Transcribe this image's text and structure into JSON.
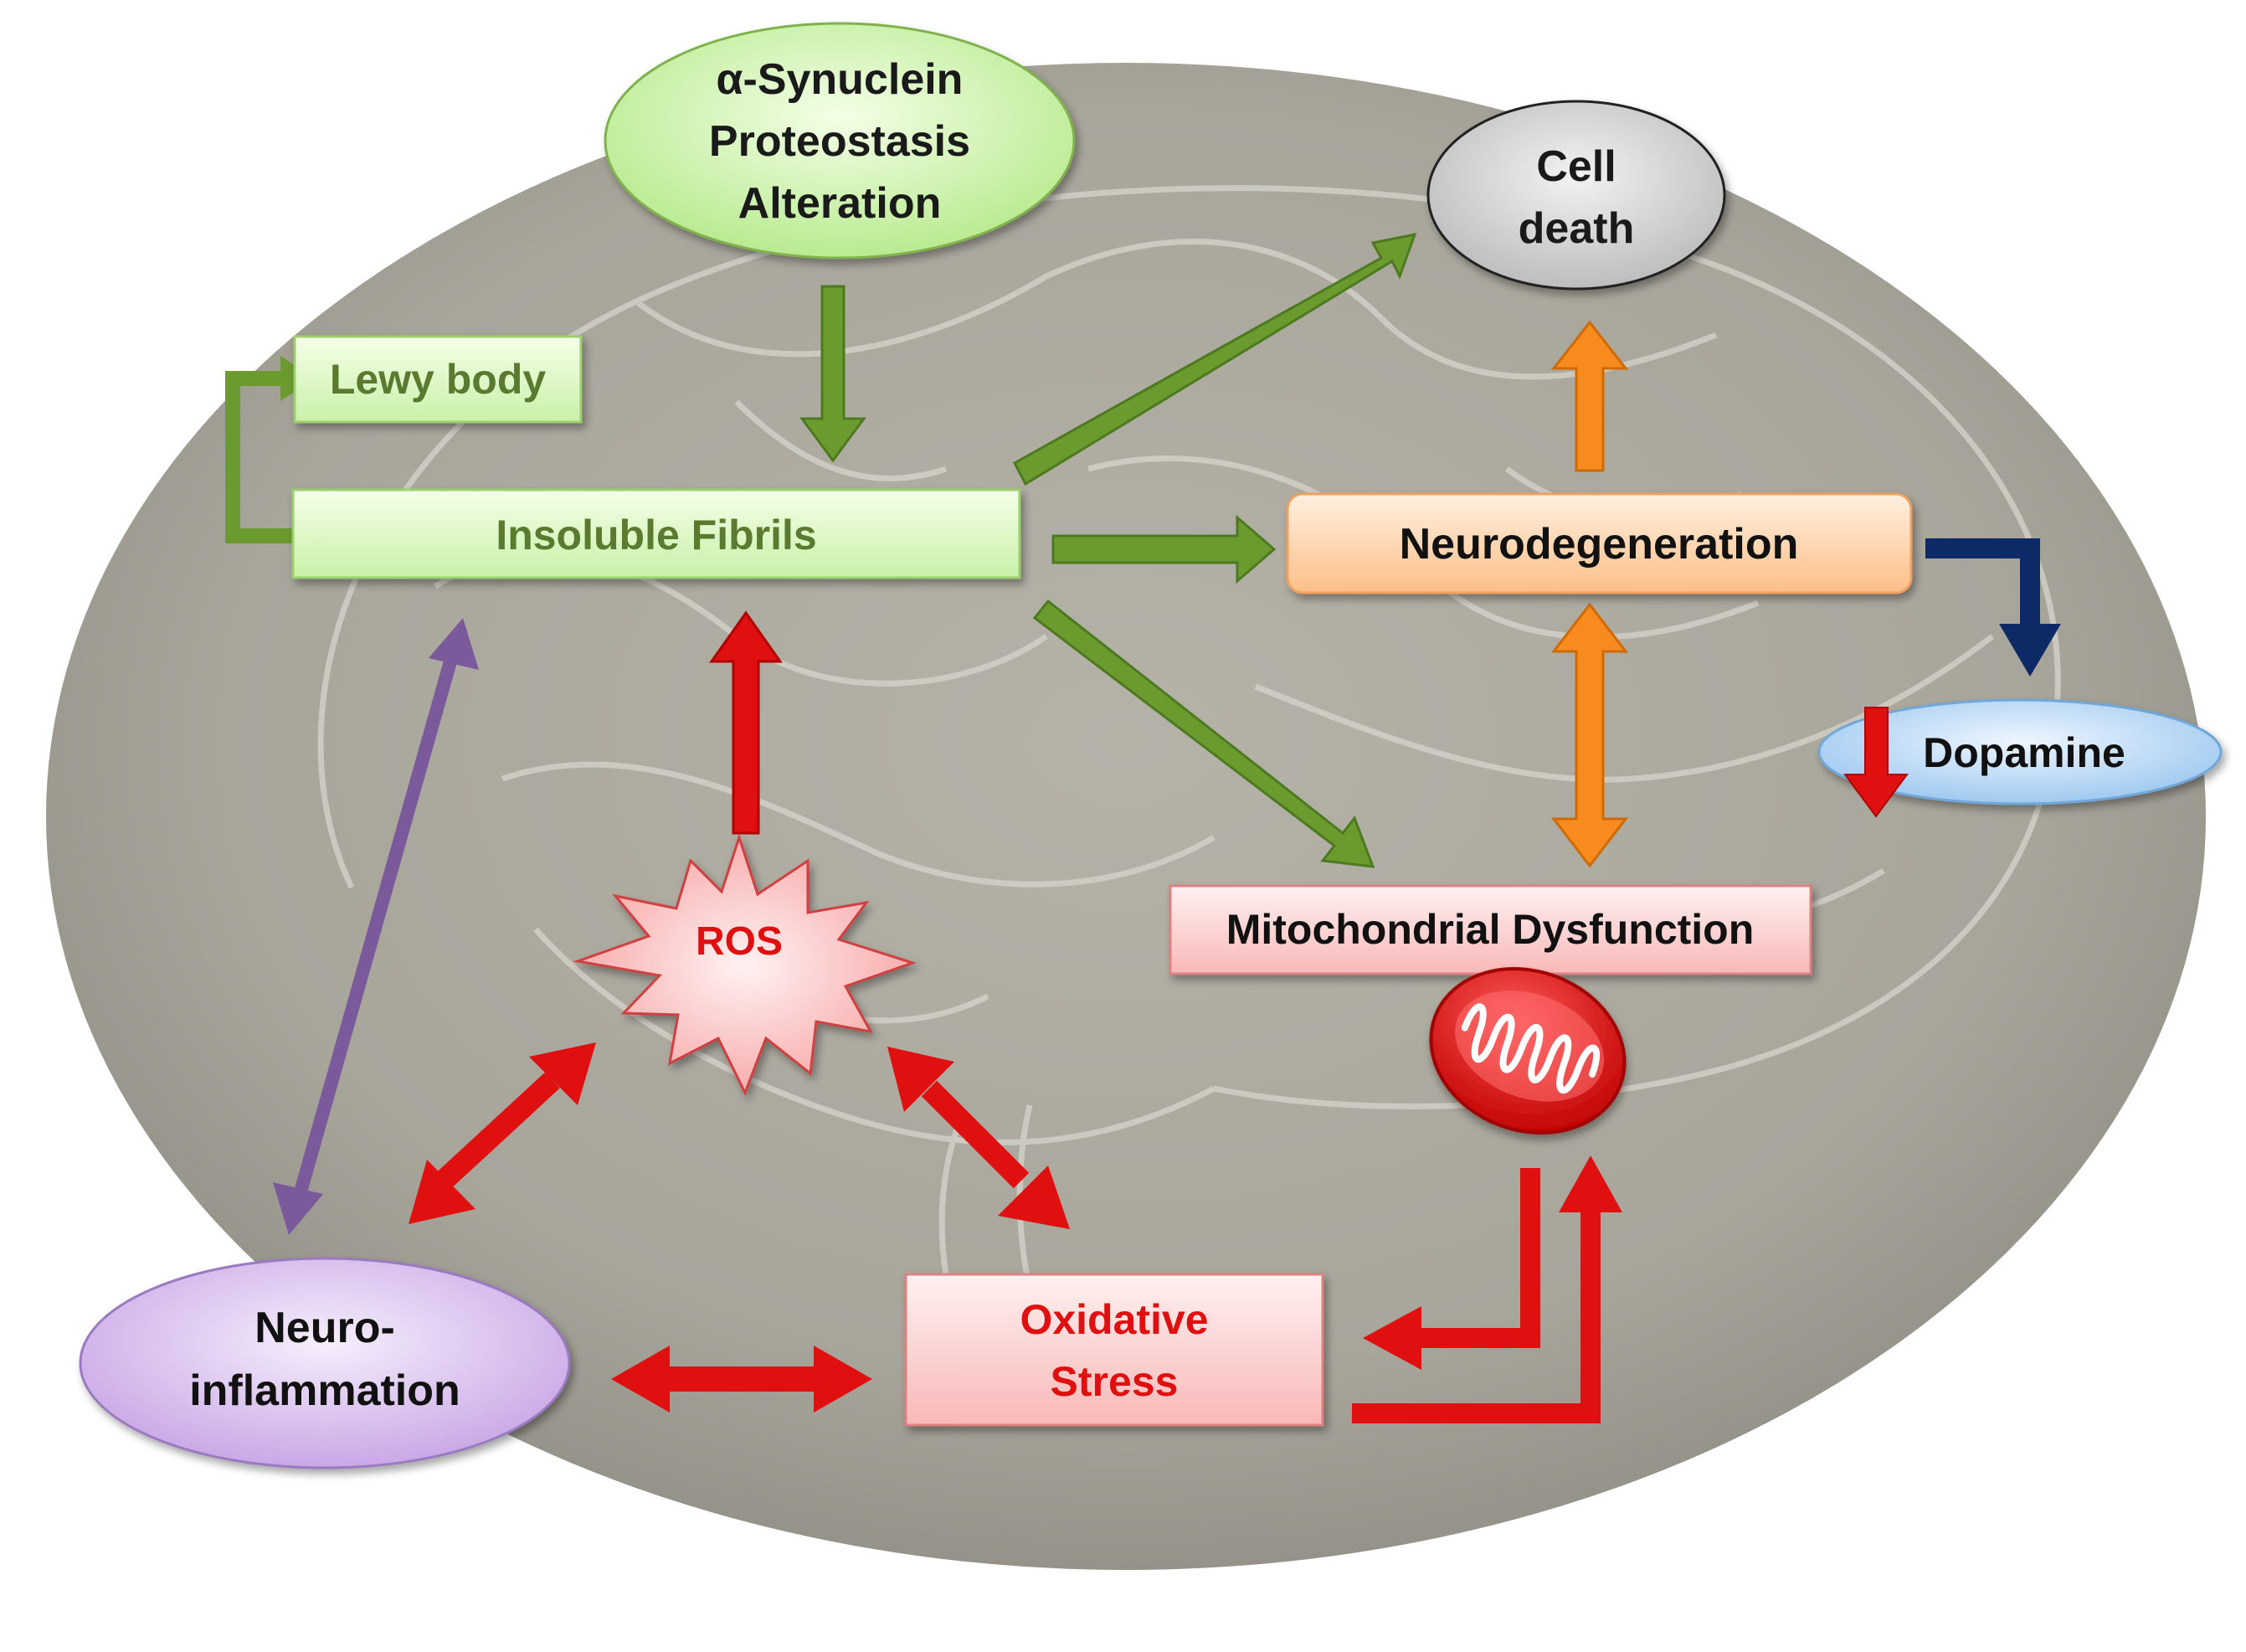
{
  "nodes": {
    "alpha_synuclein": {
      "lines": [
        "α-Synuclein",
        "Proteostasis",
        "Alteration"
      ]
    },
    "lewy_body": {
      "label": "Lewy body"
    },
    "insoluble_fibrils": {
      "label": "Insoluble Fibrils"
    },
    "cell_death": {
      "lines": [
        "Cell",
        "death"
      ]
    },
    "neurodegeneration": {
      "label": "Neurodegeneration"
    },
    "dopamine": {
      "label": "Dopamine"
    },
    "mitochondrial_dysfunction": {
      "label": "Mitochondrial Dysfunction"
    },
    "ros": {
      "label": "ROS"
    },
    "neuroinflammation": {
      "lines": [
        "Neuro-",
        "inflammation"
      ]
    },
    "oxidative_stress": {
      "lines": [
        "Oxidative",
        "Stress"
      ]
    }
  },
  "colors": {
    "green_arrow": "#6b9a2f",
    "red_arrow": "#e01010",
    "orange_arrow": "#f78b1e",
    "purple_arrow": "#7a5a9a",
    "navy_arrow": "#0d2a66",
    "green_text": "#5a7a30",
    "red_text": "#e01010",
    "background_brain": "#a9a69c"
  },
  "icons": {
    "mitochondrion": "mitochondrion-icon",
    "down_arrow": "decrease-arrow-icon"
  }
}
